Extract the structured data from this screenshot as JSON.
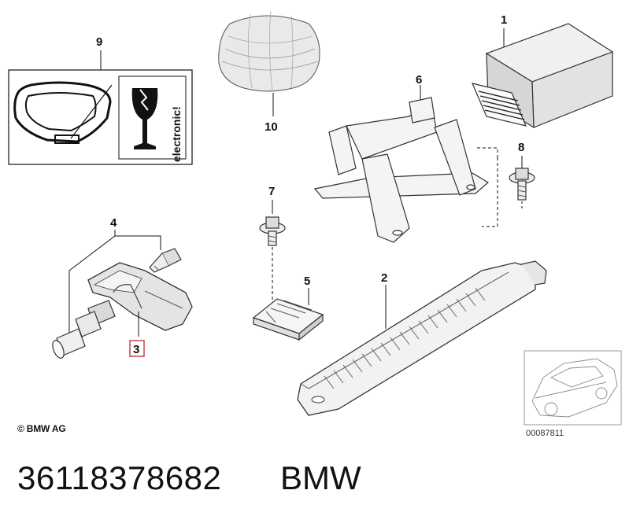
{
  "callouts": {
    "c1": "1",
    "c2": "2",
    "c3": "3",
    "c4": "4",
    "c5": "5",
    "c6": "6",
    "c7": "7",
    "c8": "8",
    "c9": "9",
    "c10": "10"
  },
  "highlight_color": "#d24040",
  "sticker": {
    "text": "electronic!"
  },
  "thumbnail": {
    "code": "00087811"
  },
  "footer": {
    "copyright": "© BMW AG",
    "part_number": "36118378682",
    "brand": "BMW"
  }
}
